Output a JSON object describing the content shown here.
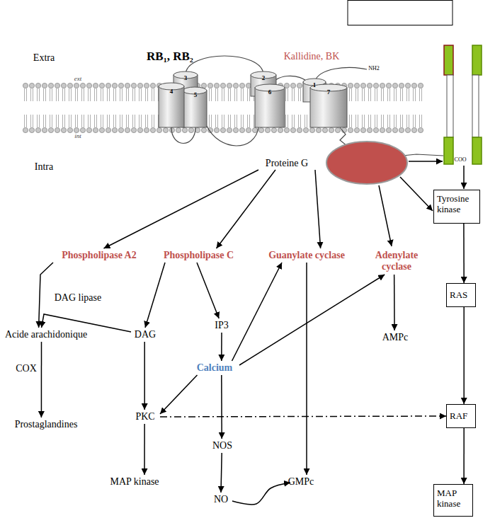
{
  "diagram": {
    "nodes": [
      {
        "text": [
          "Proteine G"
        ]
      },
      {
        "text": [
          "Tyrosine kinase"
        ]
      },
      {
        "text": [
          "Phospholipase A2"
        ]
      },
      {
        "text": [
          "Phospholipase C"
        ]
      },
      {
        "text": [
          "Guanylate cyclase"
        ]
      },
      {
        "text": [
          "Adenylate cyclase"
        ]
      },
      {
        "text": [
          "RAS"
        ]
      },
      {
        "text": [
          "Acide arachidonique"
        ]
      },
      {
        "text": [
          "DAG"
        ]
      },
      {
        "text": [
          "IP3"
        ]
      },
      {
        "text": [
          "AMPc"
        ]
      },
      {
        "text": [
          "Calcium"
        ]
      },
      {
        "text": [
          "Prostaglandines"
        ]
      },
      {
        "text": [
          "PKC"
        ]
      },
      {
        "text": [
          "RAF"
        ]
      },
      {
        "text": [
          "NOS"
        ]
      },
      {
        "text": [
          "MAP kinase"
        ]
      },
      {
        "text": [
          "GMPc"
        ]
      },
      {
        "text": [
          "MAP kinase"
        ]
      },
      {
        "text": [
          "NO"
        ]
      }
    ],
    "edges": [
      {
        "from": 0,
        "to": 2,
        "arrow": "to"
      },
      {
        "from": 0,
        "to": 3,
        "arrow": "to"
      },
      {
        "from": 0,
        "to": 4,
        "arrow": "to"
      },
      {
        "from": 1,
        "to": 6,
        "arrow": "to"
      },
      {
        "from": 6,
        "to": 14,
        "arrow": "to"
      },
      {
        "from": 14,
        "to": 18,
        "arrow": "to"
      },
      {
        "from": 2,
        "to": 7,
        "arrow": "to"
      },
      {
        "from": 8,
        "to": 7,
        "label": "DAG lipase",
        "arrow": "to"
      },
      {
        "from": 7,
        "to": 12,
        "label": "COX",
        "arrow": "to"
      },
      {
        "from": 3,
        "to": 8,
        "arrow": "to"
      },
      {
        "from": 3,
        "to": 9,
        "arrow": "to"
      },
      {
        "from": 8,
        "to": 13,
        "arrow": "to"
      },
      {
        "from": 9,
        "to": 11,
        "arrow": "to"
      },
      {
        "from": 11,
        "to": 4,
        "arrow": "to"
      },
      {
        "from": 11,
        "to": 5,
        "arrow": "to"
      },
      {
        "from": 11,
        "to": 13,
        "arrow": "to"
      },
      {
        "from": 11,
        "to": 15,
        "arrow": "to"
      },
      {
        "from": 4,
        "to": 17,
        "arrow": "to"
      },
      {
        "from": 5,
        "to": 10,
        "arrow": "to"
      },
      {
        "from": 13,
        "to": 16,
        "arrow": "to"
      },
      {
        "from": 13,
        "to": 14,
        "arrow": "to"
      },
      {
        "from": 15,
        "to": 19,
        "arrow": "to"
      },
      {
        "from": 19,
        "to": 17,
        "arrow": "to"
      }
    ],
    "labels": [
      "Extra",
      "RB₁, RB₂",
      "Kallidine, BK",
      "NH2",
      "ext",
      "3",
      "2",
      "1",
      "4",
      "5",
      "6",
      "7",
      "int",
      "Intra",
      "COO"
    ]
  }
}
